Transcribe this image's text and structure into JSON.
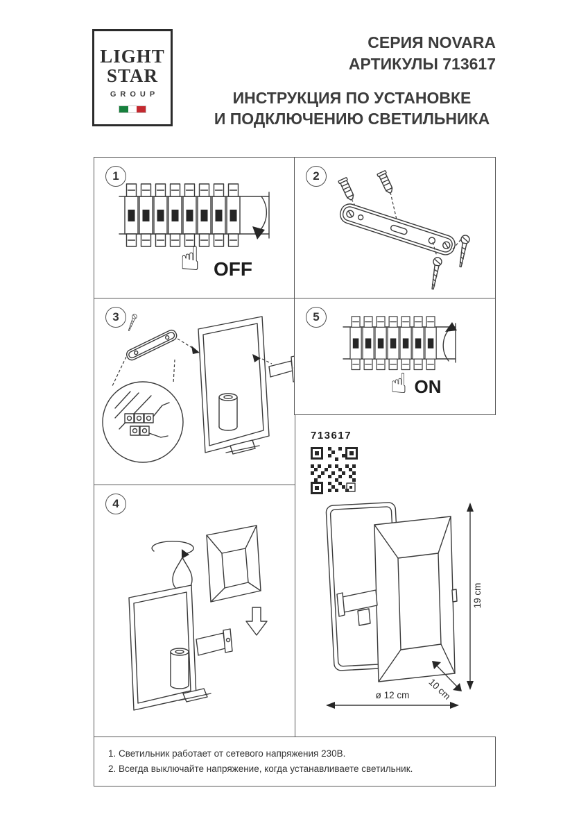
{
  "logo": {
    "word1": "LIGHT",
    "word2": "STAR",
    "word3": "GROUP",
    "flag": {
      "green": "#17803d",
      "white": "#ffffff",
      "red": "#c4292f"
    }
  },
  "page": {
    "series": "СЕРИЯ NOVARA",
    "articles": "АРТИКУЛЫ 713617",
    "title_line1": "ИНСТРУКЦИЯ ПО УСТАНОВКЕ",
    "title_line2": "И ПОДКЛЮЧЕНИЮ СВЕТИЛЬНИКА"
  },
  "steps": [
    {
      "number": "1",
      "label": "OFF"
    },
    {
      "number": "2",
      "label": ""
    },
    {
      "number": "3",
      "label": ""
    },
    {
      "number": "4",
      "label": ""
    },
    {
      "number": "5",
      "label": "ON"
    }
  ],
  "icons": {
    "pointing_hand": "☝"
  },
  "product": {
    "article": "713617",
    "height": "19 cm",
    "depth": "10 cm",
    "diameter": "ø 12 cm"
  },
  "notes": [
    "1. Светильник работает от сетевого напряжения 230В.",
    "2. Всегда выключайте напряжение, когда устанавливаете светильник."
  ],
  "colors": {
    "ink": "#3a3a3a",
    "border": "#575757"
  }
}
